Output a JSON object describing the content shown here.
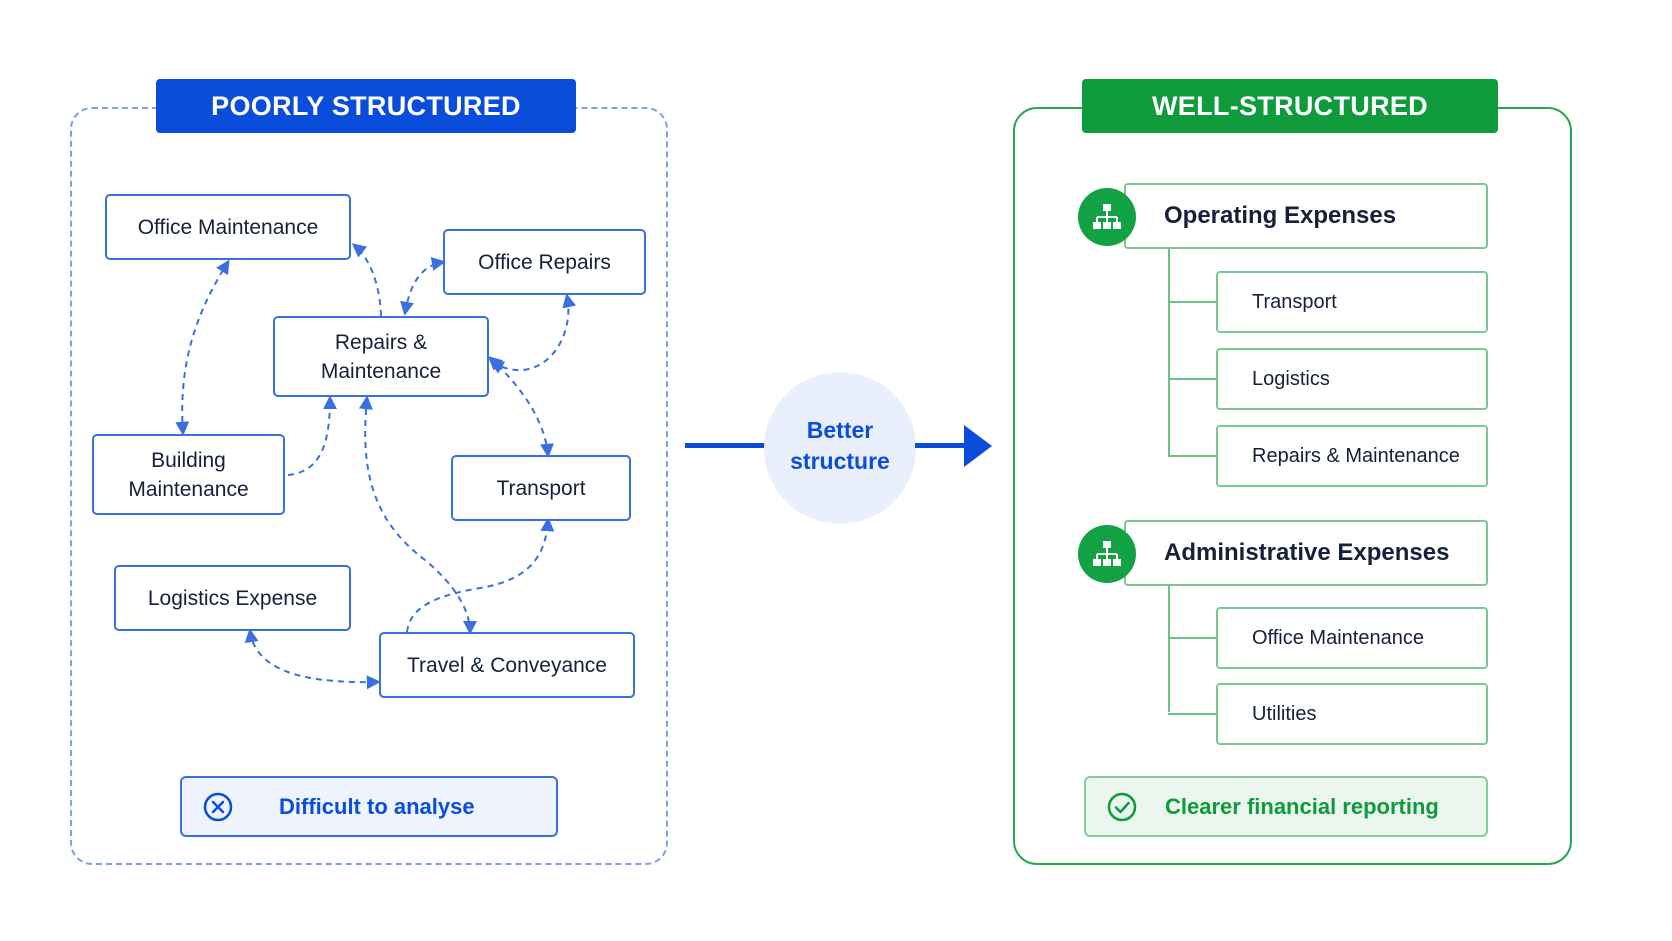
{
  "left_panel": {
    "title": "POORLY STRUCTURED",
    "nodes": {
      "office_maintenance": "Office Maintenance",
      "office_repairs": "Office Repairs",
      "repairs_maintenance_line1": "Repairs &",
      "repairs_maintenance_line2": "Maintenance",
      "building_maintenance_line1": "Building",
      "building_maintenance_line2": "Maintenance",
      "transport": "Transport",
      "logistics_expense": "Logistics Expense",
      "travel_conveyance": "Travel & Conveyance"
    },
    "status": {
      "label": "Difficult to analyse",
      "icon": "x-circle-icon",
      "color": "#0b4ddb"
    }
  },
  "middle": {
    "label_line1": "Better",
    "label_line2": "structure",
    "arrow_icon": "arrow-right-icon",
    "color": "#0b4ddb"
  },
  "right_panel": {
    "title": "WELL-STRUCTURED",
    "groups": [
      {
        "name": "Operating Expenses",
        "icon": "hierarchy-icon",
        "items": [
          "Transport",
          "Logistics",
          "Repairs & Maintenance"
        ]
      },
      {
        "name": "Administrative Expenses",
        "icon": "hierarchy-icon",
        "items": [
          "Office Maintenance",
          "Utilities"
        ]
      }
    ],
    "status": {
      "label": "Clearer financial reporting",
      "icon": "check-circle-icon",
      "color": "#0f9a3c"
    }
  },
  "colors": {
    "blue": "#0b4ddb",
    "green": "#0f9a3c",
    "edge": "#3a6fe0"
  }
}
